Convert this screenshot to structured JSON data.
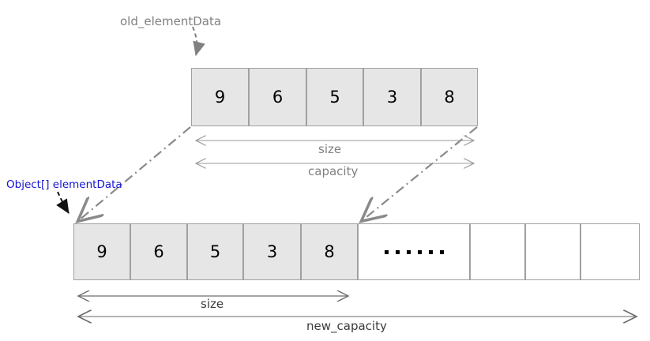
{
  "diagram": {
    "title_labels": {
      "old_element_data": "old_elementData",
      "element_data": "Object[] elementData"
    },
    "colors": {
      "filled_cell": "#e6e6e6",
      "empty_cell": "#ffffff",
      "cell_border": "#a0a0a0",
      "gray_text": "#808080",
      "blue_text": "#1414d2",
      "dark_text": "#3b3b3b",
      "arrow_gray": "#808080",
      "dashdot_gray": "#8a8a8a",
      "measure_line": "#9a9a9a",
      "measure_line_dark": "#6e6e6e"
    },
    "old_array": {
      "name": "old_elementData",
      "cells": [
        "9",
        "6",
        "5",
        "3",
        "8"
      ],
      "measures": [
        {
          "label": "size",
          "span_cells": 5
        },
        {
          "label": "capacity",
          "span_cells": 5
        }
      ]
    },
    "new_array": {
      "name": "elementData",
      "filled_cells": [
        "9",
        "6",
        "5",
        "3",
        "8"
      ],
      "ellipsis": "......",
      "empty_cell_count": 3,
      "measures": [
        {
          "label": "size",
          "span_cells": 5
        },
        {
          "label": "new_capacity",
          "span_cells": 10
        }
      ]
    }
  }
}
